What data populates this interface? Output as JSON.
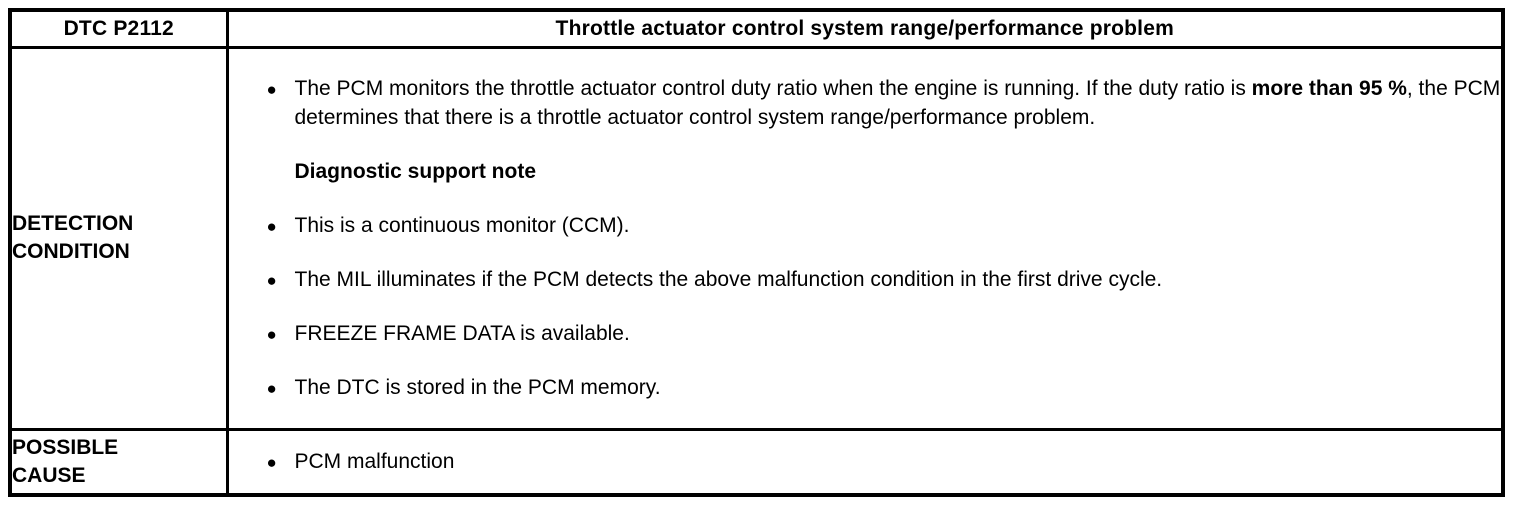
{
  "bullet_glyph": "●",
  "table": {
    "header": {
      "code": "DTC P2112",
      "title": "Throttle actuator control system range/performance problem"
    },
    "rows": [
      {
        "label": "DETECTION\nCONDITION",
        "items": [
          {
            "type": "bullet",
            "segments": [
              {
                "text": "The PCM monitors the throttle actuator control duty ratio when the engine is running. If the duty ratio is ",
                "bold": false
              },
              {
                "text": "more than 95 %",
                "bold": true
              },
              {
                "text": ", the PCM determines that there is a throttle actuator control system range/performance problem.",
                "bold": false
              }
            ]
          },
          {
            "type": "heading",
            "segments": [
              {
                "text": "Diagnostic support note",
                "bold": true
              }
            ]
          },
          {
            "type": "bullet",
            "segments": [
              {
                "text": "This is a continuous monitor (CCM).",
                "bold": false
              }
            ]
          },
          {
            "type": "bullet",
            "segments": [
              {
                "text": "The MIL illuminates if the PCM detects the above malfunction condition in the first drive cycle.",
                "bold": false
              }
            ]
          },
          {
            "type": "bullet",
            "segments": [
              {
                "text": "FREEZE FRAME DATA is available.",
                "bold": false
              }
            ]
          },
          {
            "type": "bullet",
            "segments": [
              {
                "text": "The DTC is stored in the PCM memory.",
                "bold": false
              }
            ]
          }
        ]
      },
      {
        "label": "POSSIBLE\nCAUSE",
        "items": [
          {
            "type": "bullet",
            "segments": [
              {
                "text": "PCM malfunction",
                "bold": false
              }
            ]
          }
        ]
      }
    ]
  }
}
